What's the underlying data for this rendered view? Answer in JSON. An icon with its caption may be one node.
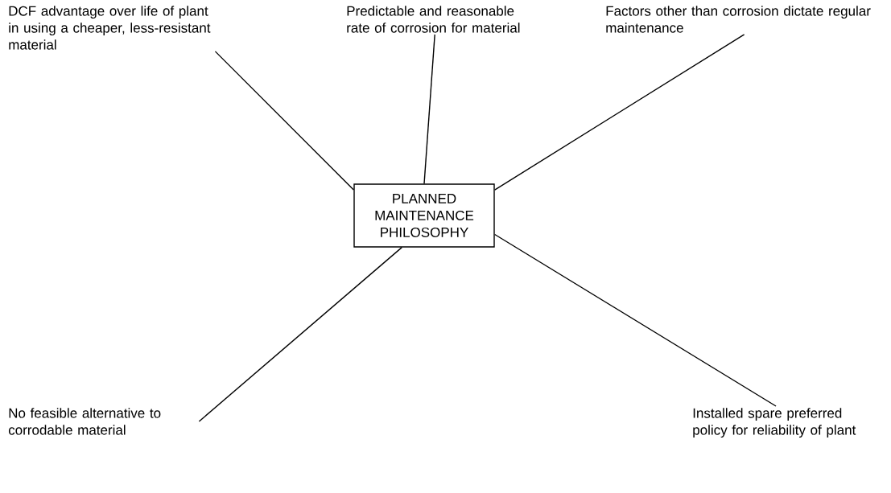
{
  "diagram": {
    "nodes": [
      {
        "text": [
          "PLANNED MAINTENANCE PHILOSOPHY"
        ]
      },
      {
        "text": [
          "DCF advantage over life of plant in using a cheaper, less-resistant material"
        ]
      },
      {
        "text": [
          "Predictable and reasonable rate of corrosion for material"
        ]
      },
      {
        "text": [
          "Factors other than corrosion dictate regular maintenance"
        ]
      },
      {
        "text": [
          "No feasible alternative to corrodable material"
        ]
      },
      {
        "text": [
          "Installed spare preferred policy for reliability of plant"
        ]
      }
    ],
    "edges": [
      {
        "from": 0,
        "to": 1,
        "arrow": "none"
      },
      {
        "from": 0,
        "to": 2,
        "arrow": "none"
      },
      {
        "from": 0,
        "to": 3,
        "arrow": "none"
      },
      {
        "from": 0,
        "to": 4,
        "arrow": "none"
      },
      {
        "from": 0,
        "to": 5,
        "arrow": "none"
      }
    ]
  }
}
